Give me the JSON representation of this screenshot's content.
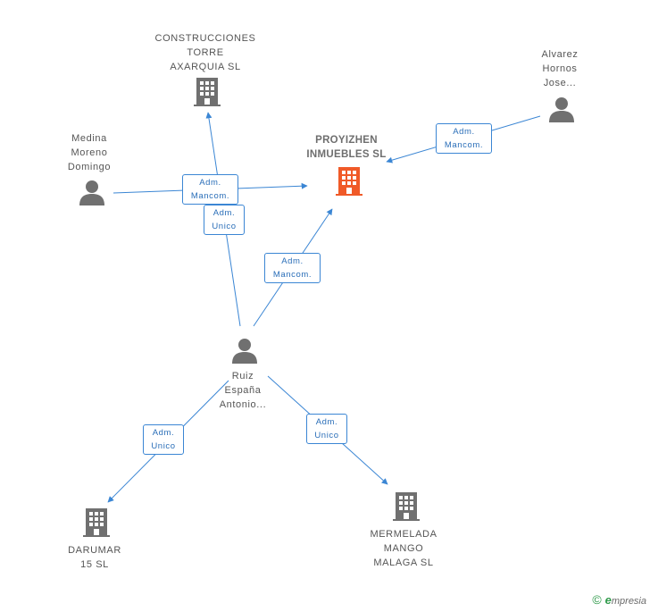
{
  "colors": {
    "edge": "#3b86d4",
    "company": "#707070",
    "company_main": "#f05a28",
    "person": "#707070"
  },
  "nodes": {
    "proyizhen": {
      "label": "PROYIZHEN\nINMUEBLES SL",
      "icon": "building-icon-highlighted"
    },
    "construcciones": {
      "label": "CONSTRUCCIONES\nTORRE\nAXARQUIA SL",
      "icon": "building-icon"
    },
    "alvarez": {
      "label": "Alvarez\nHornos\nJose...",
      "icon": "person-icon"
    },
    "medina": {
      "label": "Medina\nMoreno\nDomingo",
      "icon": "person-icon"
    },
    "ruiz": {
      "label": "Ruiz\nEspaña\nAntonio...",
      "icon": "person-icon"
    },
    "darumar": {
      "label": "DARUMAR\n15 SL",
      "icon": "building-icon"
    },
    "mermelada": {
      "label": "MERMELADA\nMANGO\nMALAGA SL",
      "icon": "building-icon"
    }
  },
  "edges": {
    "alvarez_proyizhen": "Adm.\nMancom.",
    "medina_proyizhen": "Adm.\nMancom.",
    "ruiz_construcciones": "Adm.\nUnico",
    "ruiz_proyizhen": "Adm.\nMancom.",
    "ruiz_darumar": "Adm.\nUnico",
    "ruiz_mermelada": "Adm.\nUnico"
  },
  "brand": {
    "copyright": "©",
    "e_letter": "e",
    "rest": "mpresia"
  }
}
